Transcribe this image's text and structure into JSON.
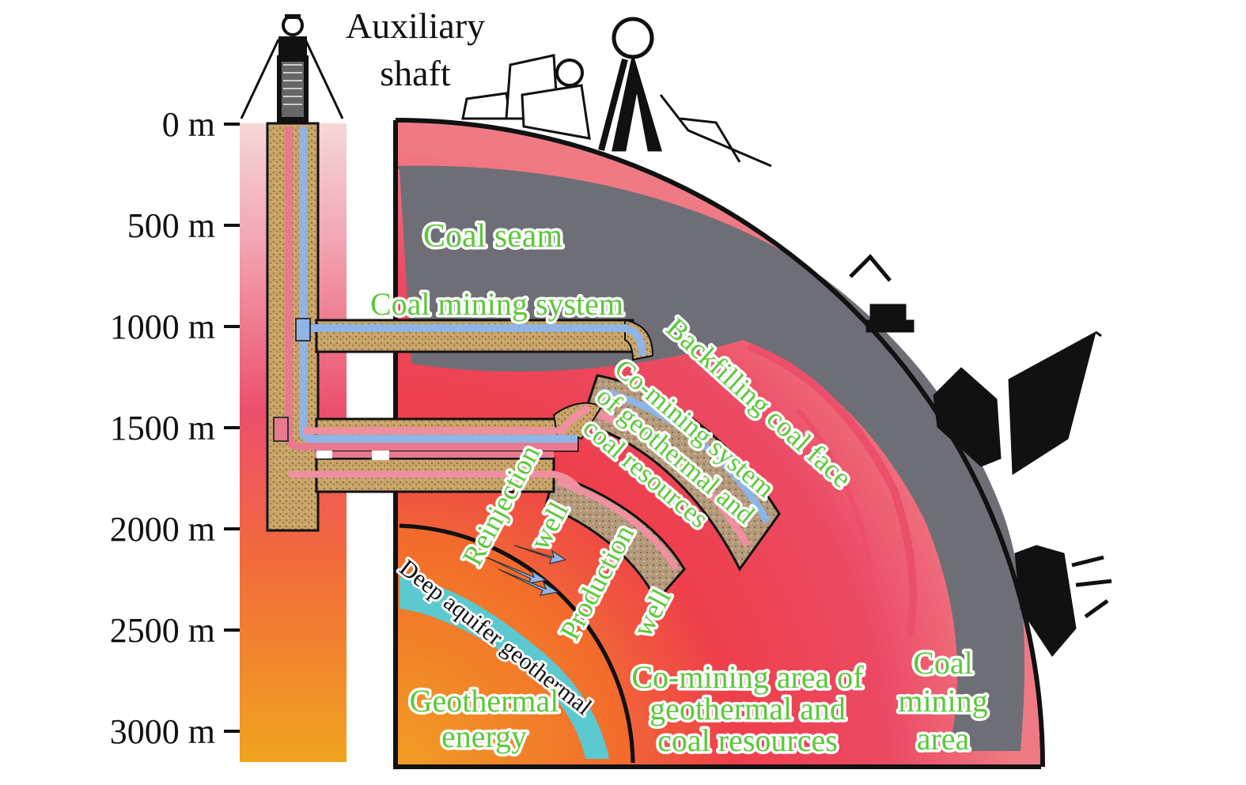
{
  "shaft_label": [
    "Auxiliary",
    "shaft"
  ],
  "depth_axis": {
    "ticks": [
      "0 m",
      "500 m",
      "1000 m",
      "1500 m",
      "2000 m",
      "2500 m",
      "3000 m"
    ]
  },
  "labels": {
    "coal_seam": "Coal seam",
    "coal_mining_system": "Coal mining system",
    "backfilling_coal_face": "Backfilling coal face",
    "co_mining_system": [
      "Co-mining system",
      "of geothermal and",
      "coal resources"
    ],
    "reinjection_well": [
      "Reinjection",
      "well"
    ],
    "production_well": [
      "Production",
      "well"
    ],
    "deep_aquifer": "Deep aquifer geothermal",
    "geothermal_energy": [
      "Geothermal",
      "energy"
    ],
    "co_mining_area": [
      "Co-mining area of",
      "geothermal and",
      "coal resources"
    ],
    "coal_mining_area": [
      "Coal",
      "mining",
      "area"
    ]
  },
  "colors": {
    "label_green": "#5cc83a",
    "coal_gray": "#6e6f76",
    "crust_pink": "#ec5a6e",
    "deep_orange": "#f2742e",
    "aquifer_cyan": "#5cc8cf",
    "pipe_blue": "#8fb4e6",
    "pipe_pink": "#f08fa0",
    "rock_tan": "#c8a46a"
  }
}
